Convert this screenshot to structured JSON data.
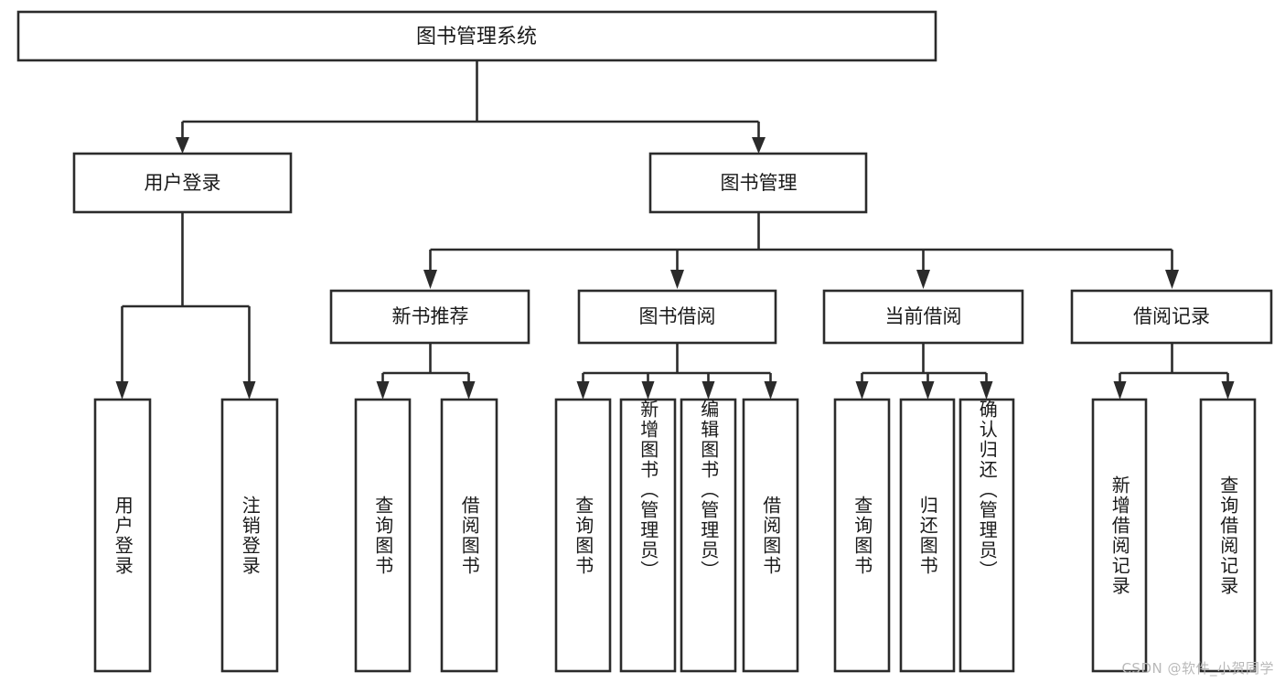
{
  "diagram": {
    "type": "hierarchy-tree",
    "title": "图书管理系统",
    "watermark": "CSDN @软件_小贺同学",
    "root": {
      "id": "root",
      "label": "图书管理系统"
    },
    "level2": [
      {
        "id": "user-login",
        "label": "用户登录"
      },
      {
        "id": "book-manage",
        "label": "图书管理"
      }
    ],
    "level3": [
      {
        "id": "new-book-recommend",
        "label": "新书推荐",
        "parent": "book-manage"
      },
      {
        "id": "book-borrow",
        "label": "图书借阅",
        "parent": "book-manage"
      },
      {
        "id": "current-borrow",
        "label": "当前借阅",
        "parent": "book-manage"
      },
      {
        "id": "borrow-record",
        "label": "借阅记录",
        "parent": "book-manage"
      }
    ],
    "leaves": [
      {
        "id": "leaf-user-login",
        "label": "用户登录",
        "parent": "user-login"
      },
      {
        "id": "leaf-logout-login",
        "label": "注销登录",
        "parent": "user-login"
      },
      {
        "id": "leaf-query-book-1",
        "label": "查询图书",
        "parent": "new-book-recommend"
      },
      {
        "id": "leaf-borrow-book-1",
        "label": "借阅图书",
        "parent": "new-book-recommend"
      },
      {
        "id": "leaf-query-book-2",
        "label": "查询图书",
        "parent": "book-borrow"
      },
      {
        "id": "leaf-add-book",
        "label": "新增图书（管理员）",
        "parent": "book-borrow"
      },
      {
        "id": "leaf-edit-book",
        "label": "编辑图书（管理员）",
        "parent": "book-borrow"
      },
      {
        "id": "leaf-borrow-book-2",
        "label": "借阅图书",
        "parent": "book-borrow"
      },
      {
        "id": "leaf-query-book-3",
        "label": "查询图书",
        "parent": "current-borrow"
      },
      {
        "id": "leaf-return-book",
        "label": "归还图书",
        "parent": "current-borrow"
      },
      {
        "id": "leaf-confirm-return",
        "label": "确认归还（管理员）",
        "parent": "current-borrow"
      },
      {
        "id": "leaf-add-record",
        "label": "新增借阅记录",
        "parent": "borrow-record"
      },
      {
        "id": "leaf-query-record",
        "label": "查询借阅记录",
        "parent": "borrow-record"
      }
    ],
    "colors": {
      "stroke": "#2b2b2b",
      "fill": "#ffffff",
      "text": "#1a1a1a",
      "watermark": "#b9b9b9"
    }
  }
}
